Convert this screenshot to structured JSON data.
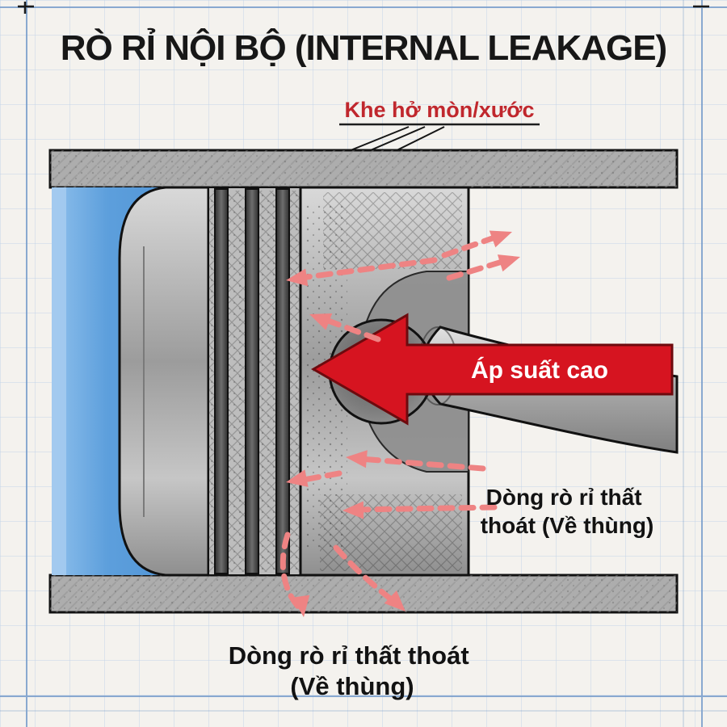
{
  "title": "RÒ RỈ NỘI BỘ (INTERNAL LEAKAGE)",
  "labels": {
    "wear_gap": "Khe hở mòn/xước",
    "high_pressure": "Áp suất cao",
    "leak_right_line1": "Dòng rò rỉ thất",
    "leak_right_line2": "thoát (Về thùng)",
    "leak_bottom_line1": "Dòng rò rỉ thất thoát",
    "leak_bottom_line2": "(Về thùng)"
  },
  "colors": {
    "paper": "#f4f2ee",
    "grid_line": "#c3d4e8",
    "grid_major": "#6f97c9",
    "title_text": "#171717",
    "wear_gap_label": "#c0272d",
    "pressure_arrow": "#d61420",
    "pressure_arrow_outline": "#6d0a0e",
    "pressure_text": "#ffffff",
    "leak_arrow": "#ee8383",
    "fluid_blue": "#4f97d8",
    "metal_gray": "#adadad",
    "label_text": "#121212",
    "outline": "#111111"
  }
}
